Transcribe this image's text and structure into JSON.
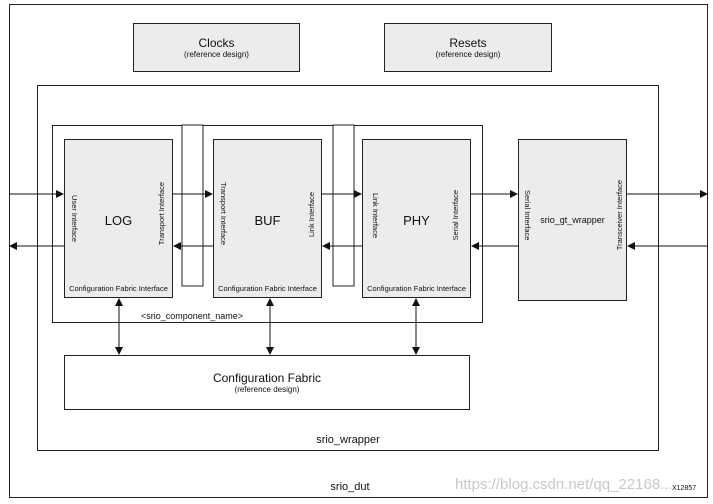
{
  "outer_label": "srio_dut",
  "figure_id": "X12857",
  "watermark": "https://blog.csdn.net/qq_22168...",
  "clocks": {
    "title": "Clocks",
    "subtitle": "(reference design)"
  },
  "resets": {
    "title": "Resets",
    "subtitle": "(reference design)"
  },
  "wrapper_label": "srio_wrapper",
  "component_label": "<srio_component_name>",
  "log": {
    "name": "LOG",
    "left_iface": "User Interface",
    "right_iface": "Transport Interface",
    "bottom_iface": "Configuration Fabric Interface"
  },
  "buf": {
    "name": "BUF",
    "left_iface": "Transport Interface",
    "right_iface": "Link Interface",
    "bottom_iface": "Configuration Fabric Interface"
  },
  "phy": {
    "name": "PHY",
    "left_iface": "Link Interface",
    "right_iface": "Serial Interface",
    "bottom_iface": "Configuration Fabric Interface"
  },
  "gt": {
    "name": "srio_gt_wrapper",
    "left_iface": "Serial Interface",
    "right_iface": "Transceiver Interface"
  },
  "config_fabric": {
    "title": "Configuration Fabric",
    "subtitle": "(reference design)"
  }
}
